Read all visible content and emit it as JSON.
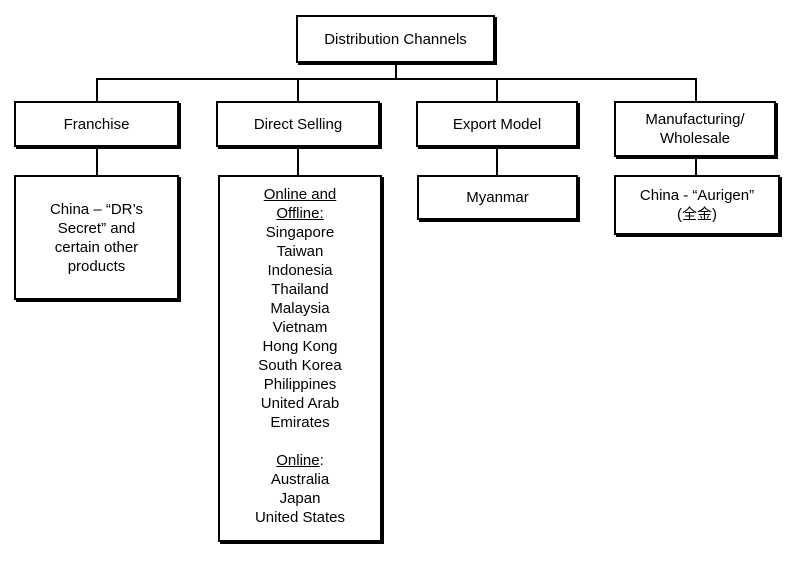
{
  "root": {
    "label": "Distribution Channels"
  },
  "channels": [
    {
      "label": "Franchise",
      "detail": [
        "China – “DR’s",
        "Secret” and",
        "certain other",
        "products"
      ]
    },
    {
      "label": "Direct Selling",
      "groups": [
        {
          "heading": "Online and",
          "heading2": "Offline:",
          "items": [
            "Singapore",
            "Taiwan",
            "Indonesia",
            "Thailand",
            "Malaysia",
            "Vietnam",
            "Hong Kong",
            "South Korea",
            "Philippines",
            "United Arab",
            "Emirates"
          ]
        },
        {
          "heading": "Online",
          "suffix": ":",
          "items": [
            "Australia",
            "Japan",
            "United States"
          ]
        }
      ]
    },
    {
      "label": "Export Model",
      "detail": [
        "Myanmar"
      ]
    },
    {
      "label_line1": "Manufacturing/",
      "label_line2": "Wholesale",
      "detail": [
        "China - “Aurigen”",
        "(全金)"
      ]
    }
  ]
}
